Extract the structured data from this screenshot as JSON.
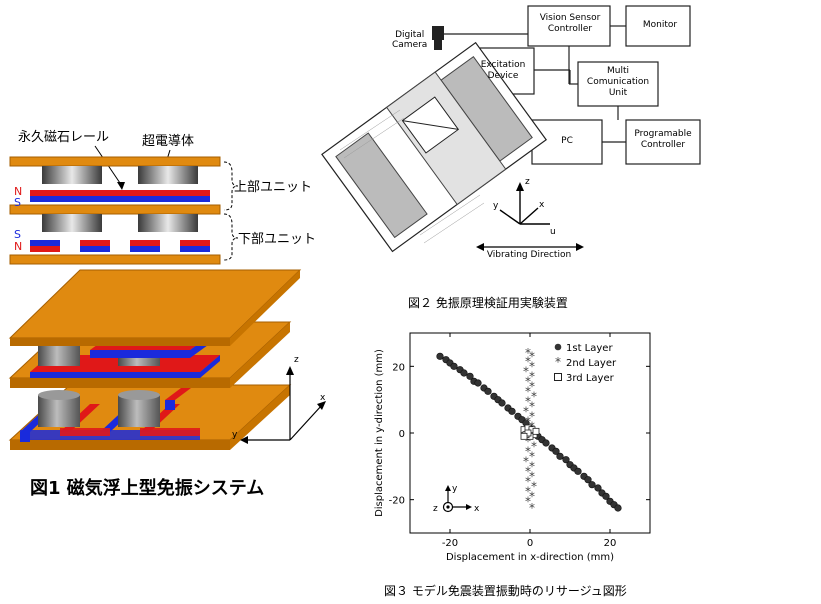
{
  "fig1": {
    "label_magnet_rail": "永久磁石レール",
    "label_superconductor": "超電導体",
    "label_upper_unit": "上部ユニット",
    "label_lower_unit": "下部ユニット",
    "pole_n": "N",
    "pole_s": "S",
    "axis_x": "x",
    "axis_y": "y",
    "axis_z": "z",
    "caption": "図1 磁気浮上型免振システム"
  },
  "fig2": {
    "camera": "Digital\nCamera",
    "vision": "Vision Sensor\nController",
    "monitor": "Monitor",
    "excitation": "Excitation\nDevice",
    "multi": "Multi\nComunication\nUnit",
    "pc": "PC",
    "plc": "Programable\nController",
    "vibrating": "Vibrating Direction",
    "axis_z": "z",
    "axis_y": "y",
    "axis_x": "x",
    "axis_u": "u",
    "caption": "図２ 免振原理検証用実験装置"
  },
  "fig3": {
    "caption": "図３ モデル免震装置振動時のリサージュ図形"
  },
  "colors": {
    "plate": "#e08a10",
    "plate_edge": "#a65f00",
    "magnet_red": "#e01818",
    "magnet_blue": "#1a2adc",
    "cylinder": "#8a8a8a"
  },
  "chart_data": {
    "type": "scatter",
    "xlabel": "Displacement in x-direction  (mm)",
    "ylabel": "Displacement in y-direction  (mm)",
    "xlim": [
      -30,
      30
    ],
    "ylim": [
      -30,
      30
    ],
    "xticks": [
      -20,
      0,
      20
    ],
    "yticks": [
      -20,
      0,
      20
    ],
    "legend_position": "top-right",
    "series": [
      {
        "name": "1st Layer",
        "marker": "filled-circle",
        "points": [
          [
            -22.5,
            23
          ],
          [
            -21,
            22
          ],
          [
            -20,
            21
          ],
          [
            -19,
            20
          ],
          [
            -17.5,
            19
          ],
          [
            -16.5,
            18
          ],
          [
            -15,
            17
          ],
          [
            -14,
            15.5
          ],
          [
            -13,
            15
          ],
          [
            -11.5,
            13.5
          ],
          [
            -10.5,
            12.5
          ],
          [
            -9,
            11
          ],
          [
            -8,
            10
          ],
          [
            -7,
            9
          ],
          [
            -5.5,
            7.5
          ],
          [
            -4.5,
            6.5
          ],
          [
            -3,
            5
          ],
          [
            -2,
            4
          ],
          [
            -1,
            3
          ],
          [
            0,
            1.5
          ],
          [
            1,
            0.5
          ],
          [
            2,
            -1
          ],
          [
            3,
            -2
          ],
          [
            4,
            -3
          ],
          [
            5.5,
            -4.5
          ],
          [
            6.5,
            -5.5
          ],
          [
            7.5,
            -7
          ],
          [
            9,
            -8
          ],
          [
            10,
            -9.5
          ],
          [
            11,
            -10.5
          ],
          [
            12,
            -11.5
          ],
          [
            13.5,
            -13
          ],
          [
            14.5,
            -14
          ],
          [
            15.5,
            -15.5
          ],
          [
            17,
            -16.5
          ],
          [
            18,
            -18
          ],
          [
            19,
            -19
          ],
          [
            20,
            -20.5
          ],
          [
            21,
            -21.5
          ],
          [
            22,
            -22.5
          ]
        ]
      },
      {
        "name": "2nd Layer",
        "marker": "asterisk",
        "points": [
          [
            -0.5,
            24
          ],
          [
            0.5,
            23
          ],
          [
            -0.5,
            21.5
          ],
          [
            0.5,
            20
          ],
          [
            -1,
            18.5
          ],
          [
            0.5,
            17
          ],
          [
            -0.5,
            15.5
          ],
          [
            0.5,
            14
          ],
          [
            -0.5,
            12.5
          ],
          [
            1,
            11
          ],
          [
            -0.5,
            9.5
          ],
          [
            0.5,
            8
          ],
          [
            -1,
            6.5
          ],
          [
            0.5,
            5
          ],
          [
            -0.5,
            3.5
          ],
          [
            0.5,
            2
          ],
          [
            -0.5,
            0.5
          ],
          [
            0.5,
            -1
          ],
          [
            -0.5,
            -2.5
          ],
          [
            1,
            -4
          ],
          [
            -0.5,
            -5.5
          ],
          [
            0.5,
            -7
          ],
          [
            -1,
            -8.5
          ],
          [
            0.5,
            -10
          ],
          [
            -0.5,
            -11.5
          ],
          [
            0.5,
            -13
          ],
          [
            -0.5,
            -14.5
          ],
          [
            1,
            -16
          ],
          [
            -0.5,
            -17.5
          ],
          [
            0.5,
            -19
          ],
          [
            -0.5,
            -20.5
          ],
          [
            0.5,
            -22.5
          ]
        ]
      },
      {
        "name": "3rd Layer",
        "marker": "open-square",
        "points": [
          [
            -1.5,
            1
          ],
          [
            -0.5,
            1.5
          ],
          [
            0.5,
            0.5
          ],
          [
            1,
            -0.5
          ],
          [
            0,
            -1
          ],
          [
            -1,
            -0.5
          ],
          [
            0.5,
            1
          ],
          [
            -0.5,
            0
          ],
          [
            1.5,
            0.5
          ],
          [
            -1.5,
            -1
          ]
        ]
      }
    ],
    "inset_axes": {
      "y": "y",
      "z": "z",
      "x": "x"
    }
  }
}
